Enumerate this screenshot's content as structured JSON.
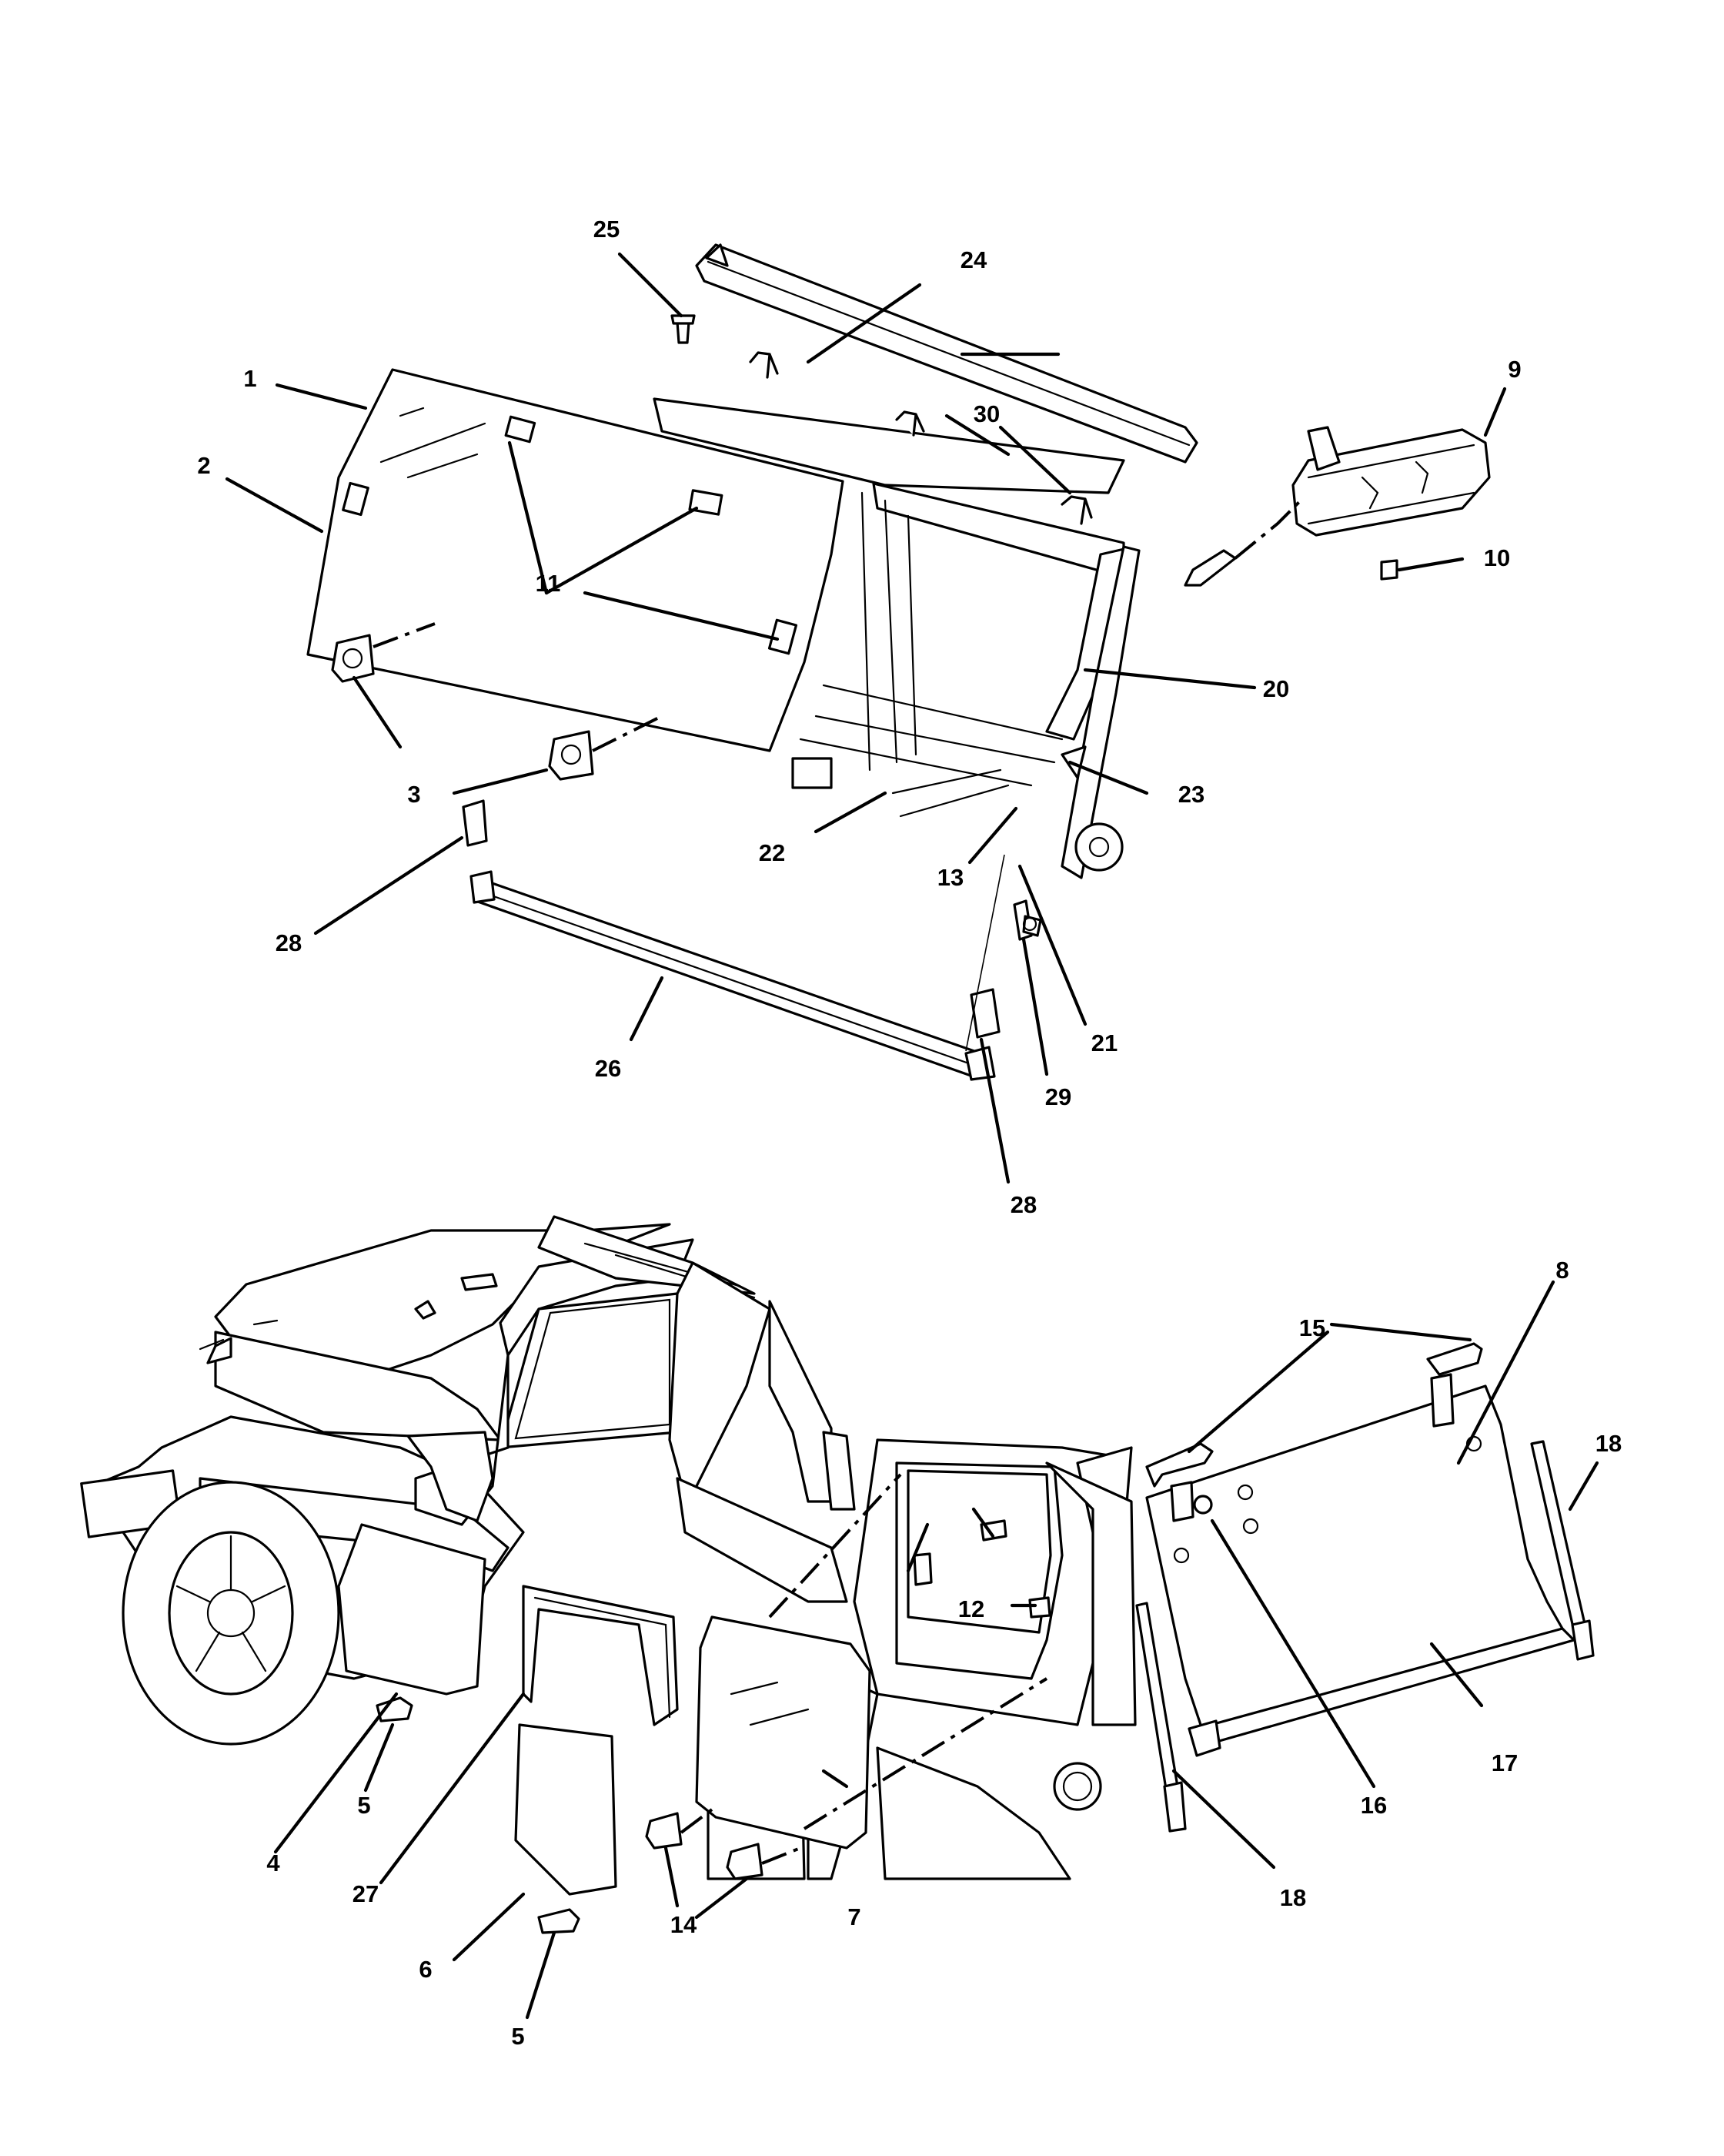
{
  "callouts": {
    "c1": "1",
    "c2": "2",
    "c3": "3",
    "c4": "4",
    "c5a": "5",
    "c5b": "5",
    "c6": "6",
    "c7": "7",
    "c8": "8",
    "c9": "9",
    "c10": "10",
    "c11": "11",
    "c12": "12",
    "c13": "13",
    "c14": "14",
    "c15": "15",
    "c16": "16",
    "c17": "17",
    "c18a": "18",
    "c18b": "18",
    "c20": "20",
    "c21": "21",
    "c22": "22",
    "c23": "23",
    "c24": "24",
    "c25": "25",
    "c26": "26",
    "c27": "27",
    "c28a": "28",
    "c28b": "28",
    "c29": "29",
    "c30": "30"
  }
}
